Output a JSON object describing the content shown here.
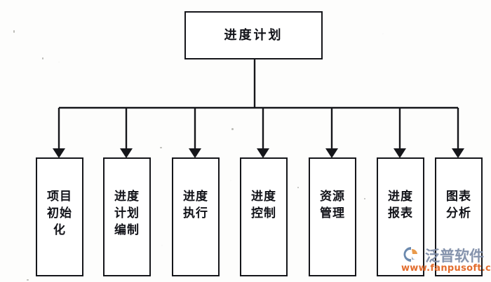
{
  "diagram": {
    "type": "hierarchy-flowchart",
    "title": "进度计划",
    "root": {
      "id": "root",
      "label": "进度计划",
      "name": "root-node-schedule-plan"
    },
    "children": [
      {
        "id": "n1",
        "label": "项目\n初始\n化",
        "name": "node-project-initialization"
      },
      {
        "id": "n2",
        "label": "进度\n计划\n编制",
        "name": "node-schedule-plan-preparation"
      },
      {
        "id": "n3",
        "label": "进度\n执行",
        "name": "node-schedule-execution"
      },
      {
        "id": "n4",
        "label": "进度\n控制",
        "name": "node-schedule-control"
      },
      {
        "id": "n5",
        "label": "资源\n管理",
        "name": "node-resource-management"
      },
      {
        "id": "n6",
        "label": "进度\n报表",
        "name": "node-schedule-report"
      },
      {
        "id": "n7",
        "label": "图表\n分析",
        "name": "node-chart-analysis"
      }
    ],
    "colors": {
      "stroke": "#15161a",
      "box_fill": "#ffffff",
      "page_background": "#fdfdfc"
    }
  },
  "watermark": {
    "brand": "泛普软件",
    "url": "www.fanpusoft.com",
    "logo_icon": "fanpu-circle-logo-icon",
    "brand_color": "#7b8aa6",
    "url_color": "#e0601c",
    "logo_accent_color": "#e8923c"
  }
}
